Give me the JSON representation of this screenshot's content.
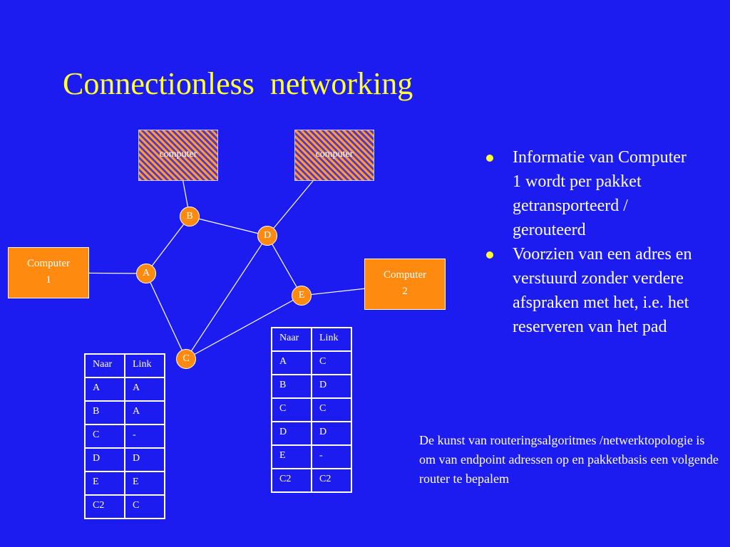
{
  "slide": {
    "title": "Connectionless  networking"
  },
  "diagram": {
    "hosts": [
      {
        "id": "computer-top-left",
        "label": "computer"
      },
      {
        "id": "computer-top-right",
        "label": "computer"
      },
      {
        "id": "computer-1",
        "label_line1": "Computer",
        "label_line2": "1"
      },
      {
        "id": "computer-2",
        "label_line1": "Computer",
        "label_line2": "2"
      }
    ],
    "routers": [
      {
        "id": "A",
        "label": "A"
      },
      {
        "id": "B",
        "label": "B"
      },
      {
        "id": "C",
        "label": "C"
      },
      {
        "id": "D",
        "label": "D"
      },
      {
        "id": "E",
        "label": "E"
      }
    ],
    "links": [
      [
        "computer-top-left",
        "B"
      ],
      [
        "computer-top-right",
        "D"
      ],
      [
        "computer-1",
        "A"
      ],
      [
        "A",
        "B"
      ],
      [
        "B",
        "D"
      ],
      [
        "A",
        "C"
      ],
      [
        "D",
        "C"
      ],
      [
        "D",
        "E"
      ],
      [
        "E",
        "C"
      ],
      [
        "E",
        "computer-2"
      ]
    ],
    "routing_table_left": {
      "headers": [
        "Naar",
        "Link"
      ],
      "rows": [
        [
          "A",
          "A"
        ],
        [
          "B",
          "A"
        ],
        [
          "C",
          "-"
        ],
        [
          "D",
          "D"
        ],
        [
          "E",
          "E"
        ],
        [
          "C2",
          "C"
        ]
      ]
    },
    "routing_table_right": {
      "headers": [
        "Naar",
        "Link"
      ],
      "rows": [
        [
          "A",
          "C"
        ],
        [
          "B",
          "D"
        ],
        [
          "C",
          "C"
        ],
        [
          "D",
          "D"
        ],
        [
          "E",
          "-"
        ],
        [
          "C2",
          "C2"
        ]
      ]
    }
  },
  "bullets": [
    "Informatie van Computer 1 wordt per pakket getransporteerd / gerouteerd",
    "Voorzien van een adres en verstuurd zonder verdere afspraken met het, i.e. het reserveren van het pad"
  ],
  "note": "De kunst van routeringsalgoritmes /netwerktopologie is om van endpoint adressen op en pakketbasis een volgende router te bepalem",
  "colors": {
    "background": "#1c1cf0",
    "title": "#ffff33",
    "node_fill": "#ff8a10",
    "bullet": "#ffff33"
  }
}
